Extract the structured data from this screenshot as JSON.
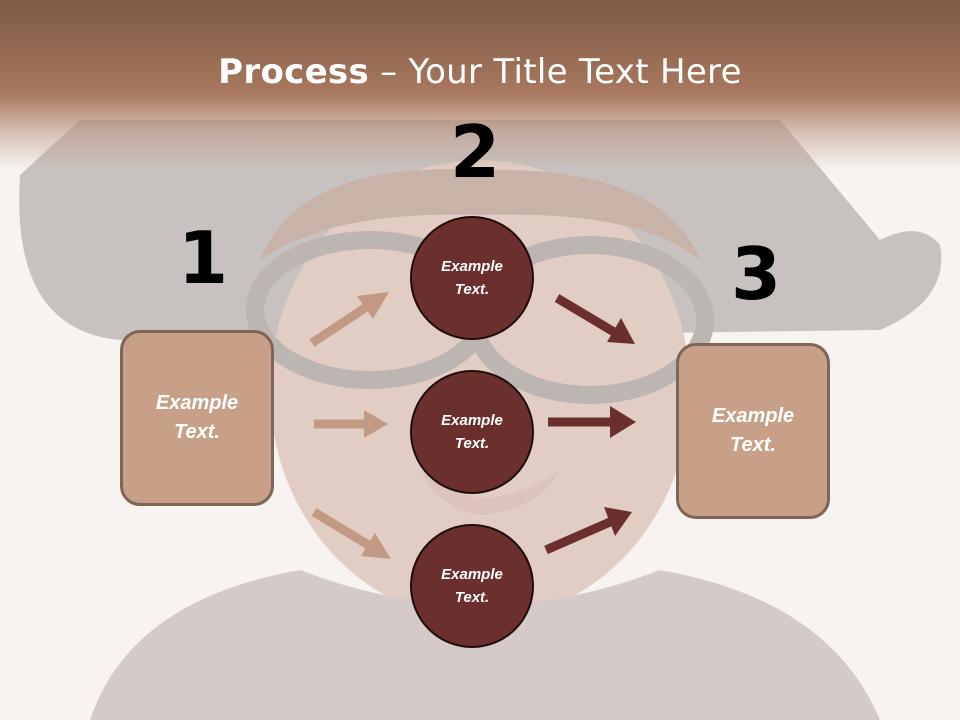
{
  "title": {
    "bold": "Process",
    "rest": " – Your Title Text Here"
  },
  "steps": {
    "one": {
      "number": "1",
      "text": "Example Text."
    },
    "two": {
      "number": "2"
    },
    "three": {
      "number": "3",
      "text": "Example Text."
    }
  },
  "circles": [
    {
      "text": "Example Text."
    },
    {
      "text": "Example Text."
    },
    {
      "text": "Example Text."
    }
  ],
  "colors": {
    "box_fill": "#c8a088",
    "circle_fill": "#6b2f2d",
    "arrow_light": "#c29a84",
    "arrow_dark": "#6b2f2d",
    "title_band": "#a8785f"
  }
}
